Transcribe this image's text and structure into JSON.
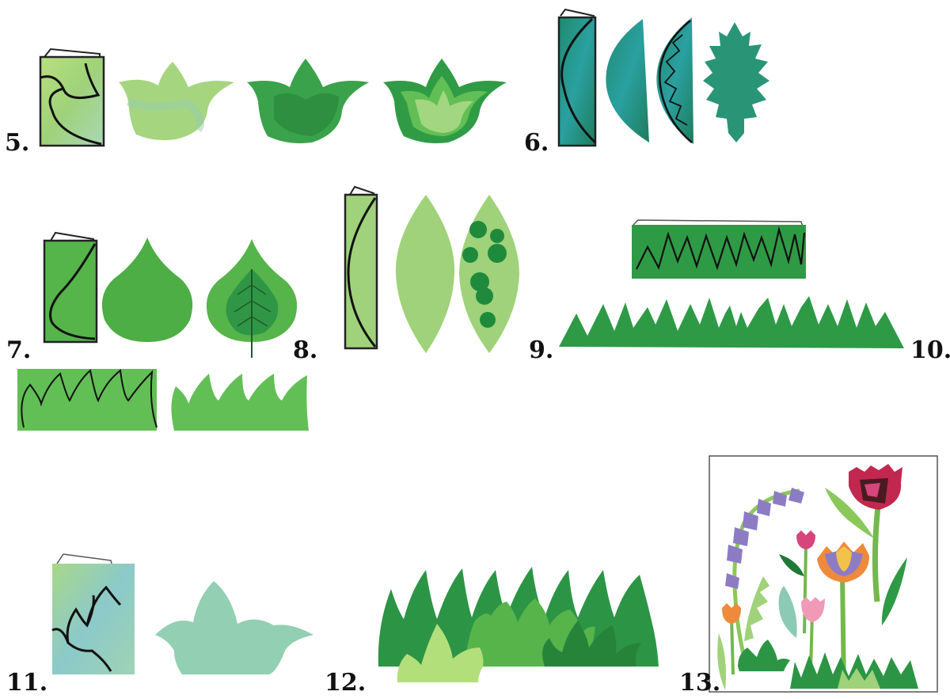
{
  "steps": [
    {
      "number": "5.",
      "subject": "three-pointed leaf cut from folded paper"
    },
    {
      "number": "6.",
      "subject": "serrated leaf cut from folded paper"
    },
    {
      "number": "7.",
      "subject": "heart-shaped leaf with veins"
    },
    {
      "number": "8.",
      "subject": "oval leaf with dots"
    },
    {
      "number": "9.",
      "subject": "zigzag grass strip"
    },
    {
      "number": "10.",
      "subject": "wavy grass strip"
    },
    {
      "number": "11.",
      "subject": "bush cut from folded paper"
    },
    {
      "number": "12.",
      "subject": "layered grass collage"
    },
    {
      "number": "13.",
      "subject": "finished flower collage"
    }
  ],
  "colors": {
    "light_green": "#9fd27a",
    "mid_green": "#57b44a",
    "dark_green": "#2e9a45",
    "deep_green": "#21803a",
    "teal": "#2f8f7a",
    "outline": "#1a1a1a",
    "violet": "#8d7cc4",
    "pink": "#d6457c",
    "crimson": "#c2284f",
    "orange": "#ee8a3c"
  }
}
